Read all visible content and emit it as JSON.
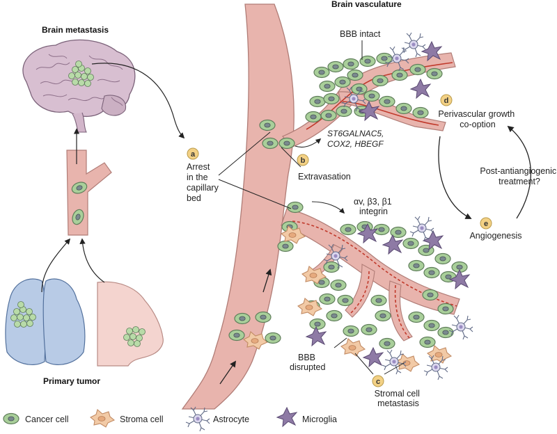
{
  "titles": {
    "brain_metastasis": "Brain metastasis",
    "brain_vasculature": "Brain vasculature",
    "primary_tumor": "Primary tumor"
  },
  "steps": [
    {
      "letter": "a",
      "lines": [
        "Arrest",
        "in the",
        "capillary",
        "bed"
      ]
    },
    {
      "letter": "b",
      "lines": [
        "Extravasation"
      ]
    },
    {
      "letter": "c",
      "lines": [
        "Stromal cell",
        "metastasis"
      ]
    },
    {
      "letter": "d",
      "lines": [
        "Perivascular growth",
        "co-option"
      ]
    },
    {
      "letter": "e",
      "lines": [
        "Angiogenesis"
      ]
    }
  ],
  "labels": {
    "bbb_intact": "BBB intact",
    "bbb_disrupted": [
      "BBB",
      "disrupted"
    ],
    "genes": [
      "ST6GALNAC5,",
      "COX2, HBEGF"
    ],
    "integrin_line1": "αv, β3, β1",
    "integrin_line2": "integrin",
    "post_antiangiogenic": [
      "Post-antiangiogenic",
      "treatment?"
    ]
  },
  "legend": [
    {
      "key": "cancer",
      "label": "Cancer cell"
    },
    {
      "key": "stroma",
      "label": "Stroma cell"
    },
    {
      "key": "astrocyte",
      "label": "Astrocyte"
    },
    {
      "key": "microglia",
      "label": "Microglia"
    }
  ],
  "colors": {
    "vessel": "#e8b4ad",
    "vessel_edge": "#b07c76",
    "cancer_fill": "#a9cf9a",
    "cancer_edge": "#5f7d5a",
    "cancer_nucleus": "#7a8a8e",
    "stroma_fill": "#f2caa6",
    "stroma_edge": "#c18a63",
    "microglia_fill": "#8e7aa5",
    "astro_edge": "#606a86",
    "badge": "#f3d185",
    "brain": "#d8bfd1",
    "lung": "#b8cbe6",
    "breast": "#f4d4cf",
    "red_line": "#c0392b"
  }
}
